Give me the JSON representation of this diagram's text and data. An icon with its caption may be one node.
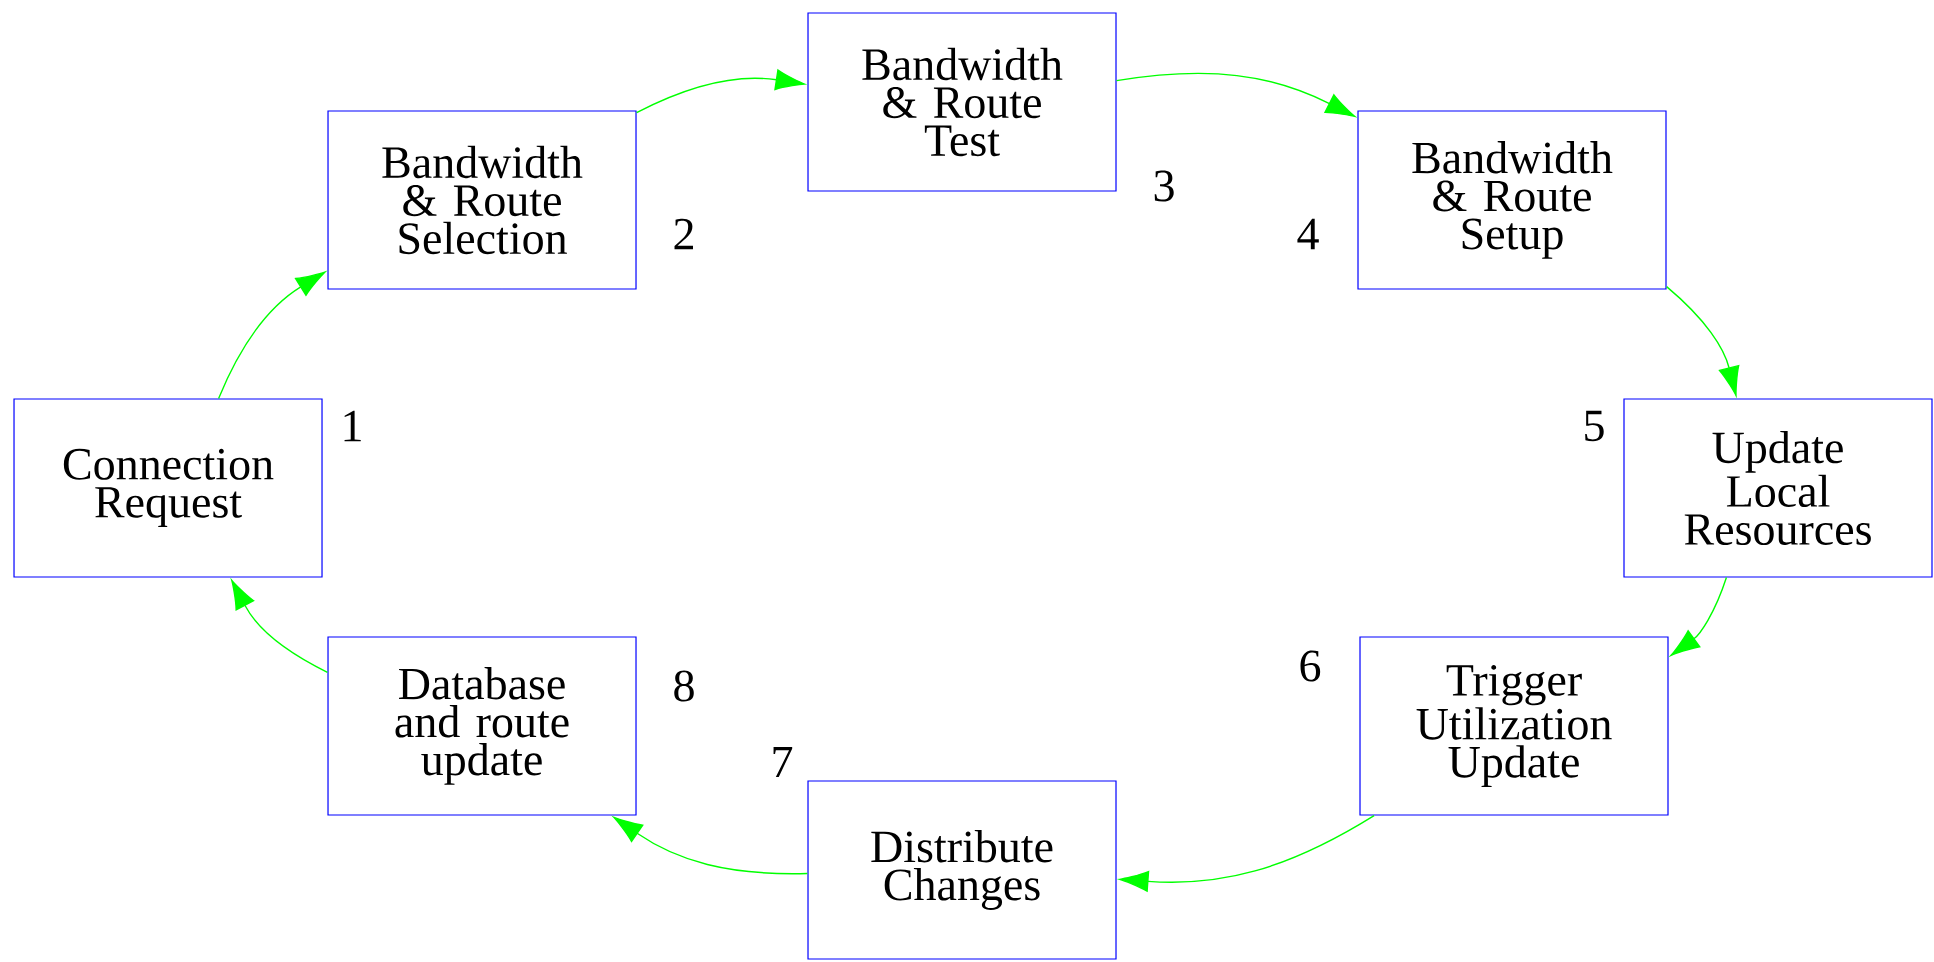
{
  "diagram": {
    "nodes": [
      {
        "text": [
          "Connection Request"
        ],
        "beside": [
          "1"
        ]
      },
      {
        "text": [
          "Bandwidth & Route Selection"
        ],
        "beside": [
          "2"
        ]
      },
      {
        "text": [
          "Bandwidth & Route Test"
        ],
        "beside": [
          "3"
        ]
      },
      {
        "text": [
          "Bandwidth & Route Setup"
        ],
        "beside": [
          "4"
        ]
      },
      {
        "text": [
          "Update Local Resources"
        ],
        "beside": [
          "5"
        ]
      },
      {
        "text": [
          "Trigger Utilization Update"
        ],
        "beside": [
          "6"
        ]
      },
      {
        "text": [
          "Distribute Changes"
        ],
        "beside": [
          "7"
        ]
      },
      {
        "text": [
          "Database and route update"
        ],
        "beside": [
          "8"
        ]
      }
    ],
    "edges": [
      {
        "from": 0,
        "to": 1,
        "arrow": "to"
      },
      {
        "from": 1,
        "to": 2,
        "arrow": "to"
      },
      {
        "from": 2,
        "to": 3,
        "arrow": "to"
      },
      {
        "from": 3,
        "to": 4,
        "arrow": "to"
      },
      {
        "from": 4,
        "to": 5,
        "arrow": "to"
      },
      {
        "from": 5,
        "to": 6,
        "arrow": "to"
      },
      {
        "from": 6,
        "to": 7,
        "arrow": "to"
      },
      {
        "from": 7,
        "to": 0,
        "arrow": "to"
      }
    ]
  }
}
